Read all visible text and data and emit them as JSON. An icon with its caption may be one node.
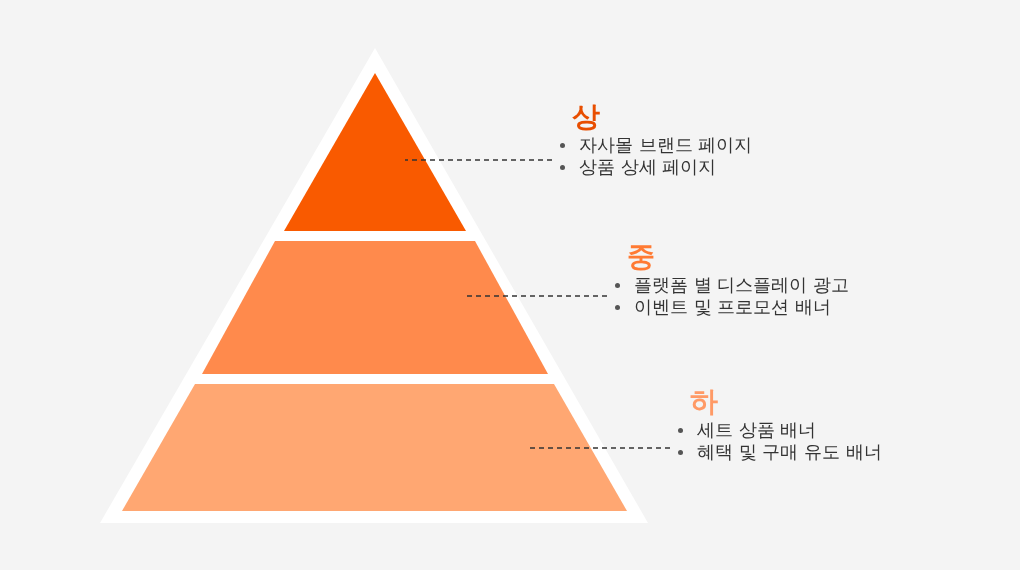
{
  "diagram": {
    "nodes": [
      {
        "text": [],
        "shape": "triangle"
      },
      {
        "text": [
          "상",
          "자사몰 브랜드 페이지",
          "상품 상세 페이지"
        ]
      },
      {
        "text": [],
        "shape": "trapezoid"
      },
      {
        "text": [
          "중",
          "플랫폼 별 디스플레이 광고",
          "이벤트 및 프로모션 배너"
        ]
      },
      {
        "text": [],
        "shape": "trapezoid"
      },
      {
        "text": [
          "하",
          "세트 상품 배너",
          "혜택 및 구매 유도 배너"
        ]
      }
    ],
    "edges": [
      {
        "from": 1,
        "to": 0,
        "arrow": "none",
        "style": "dashed"
      },
      {
        "from": 3,
        "to": 2,
        "arrow": "none",
        "style": "dashed"
      },
      {
        "from": 5,
        "to": 4,
        "arrow": "none",
        "style": "dashed"
      }
    ]
  }
}
